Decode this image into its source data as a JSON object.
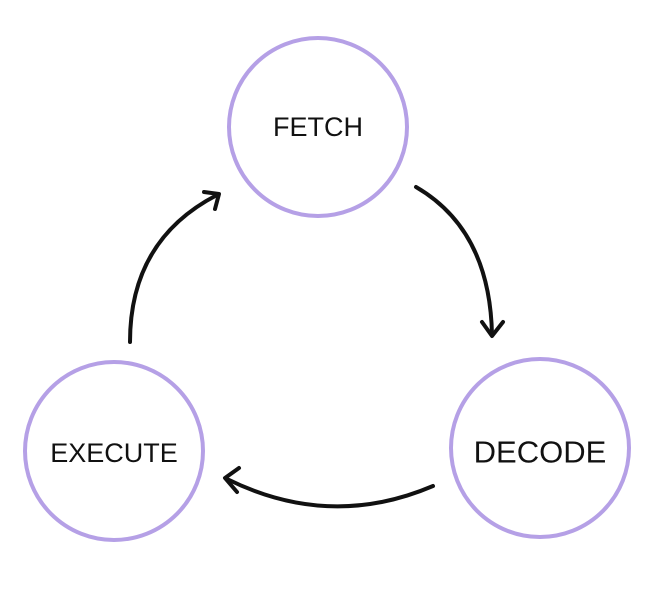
{
  "diagram": {
    "colors": {
      "circle_stroke": "#b5a0e6",
      "arrow": "#111111",
      "text": "#111111"
    },
    "nodes": {
      "fetch": {
        "label": "FETCH"
      },
      "decode": {
        "label": "DECODE"
      },
      "execute": {
        "label": "EXECUTE"
      }
    },
    "edges": [
      {
        "from": "FETCH",
        "to": "DECODE"
      },
      {
        "from": "DECODE",
        "to": "EXECUTE"
      },
      {
        "from": "EXECUTE",
        "to": "FETCH"
      }
    ]
  }
}
